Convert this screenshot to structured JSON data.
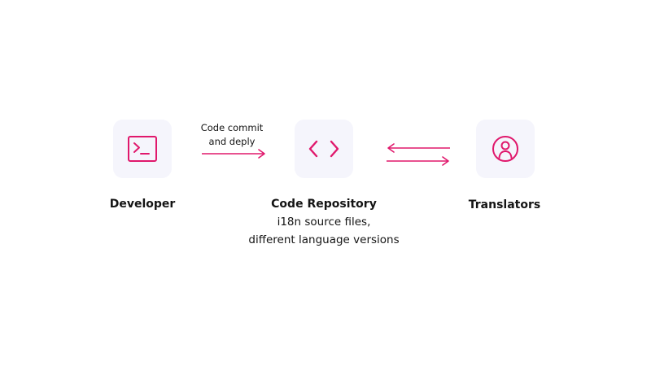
{
  "accent_color": "#e0186c",
  "box_color": "#f5f5fc",
  "nodes": {
    "developer": {
      "icon": "terminal-icon",
      "label": "Developer"
    },
    "repository": {
      "icon": "code-brackets-icon",
      "label": "Code Repository",
      "desc_line1": "i18n source files,",
      "desc_line2": "different language versions"
    },
    "translators": {
      "icon": "user-circle-icon",
      "label": "Translators"
    }
  },
  "edges": {
    "commit": {
      "label_line1": "Code commit",
      "label_line2": "and deply",
      "direction": "right"
    },
    "sync": {
      "directions": [
        "left",
        "right"
      ]
    }
  }
}
